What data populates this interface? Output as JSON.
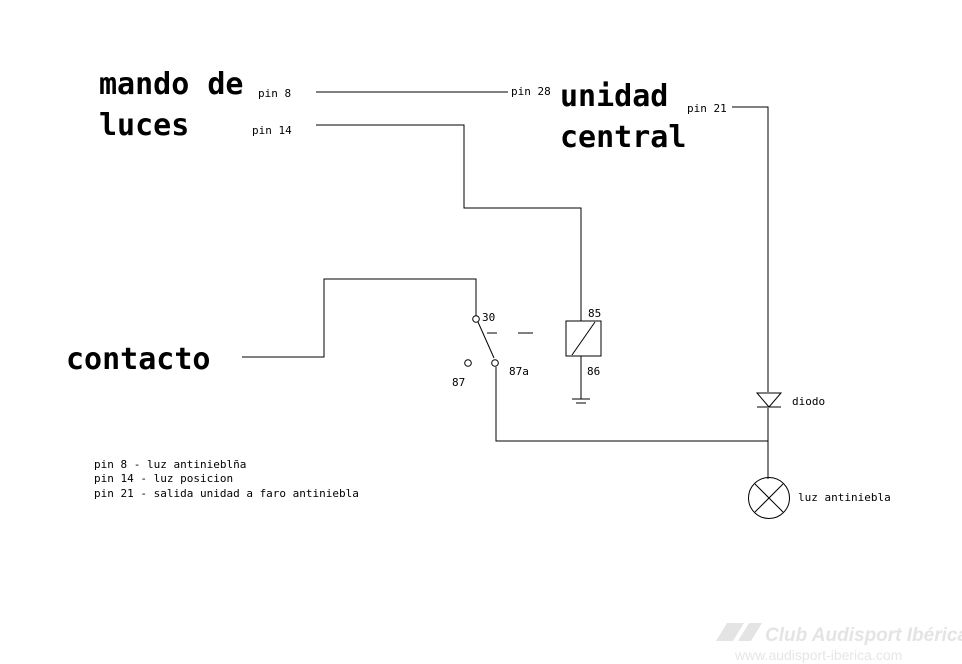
{
  "blocks": {
    "mando_line1": "mando de",
    "mando_line2": "luces",
    "unidad_line1": "unidad",
    "unidad_line2": "central",
    "contacto": "contacto"
  },
  "pins": {
    "pin8": "pin 8",
    "pin14": "pin 14",
    "pin28": "pin 28",
    "pin21": "pin 21"
  },
  "relay": {
    "t30": "30",
    "t85": "85",
    "t86": "86",
    "t87": "87",
    "t87a": "87a"
  },
  "components": {
    "diode": "diodo",
    "lamp": "luz antiniebla"
  },
  "legend": [
    "pin 8 - luz antinieblña",
    "pin 14 - luz posicion",
    "pin 21 - salida unidad a faro antiniebla"
  ],
  "watermark": {
    "title": "Club Audisport Ibérica",
    "url": "www.audisport-iberica.com",
    "color": "#e4e4e4"
  }
}
